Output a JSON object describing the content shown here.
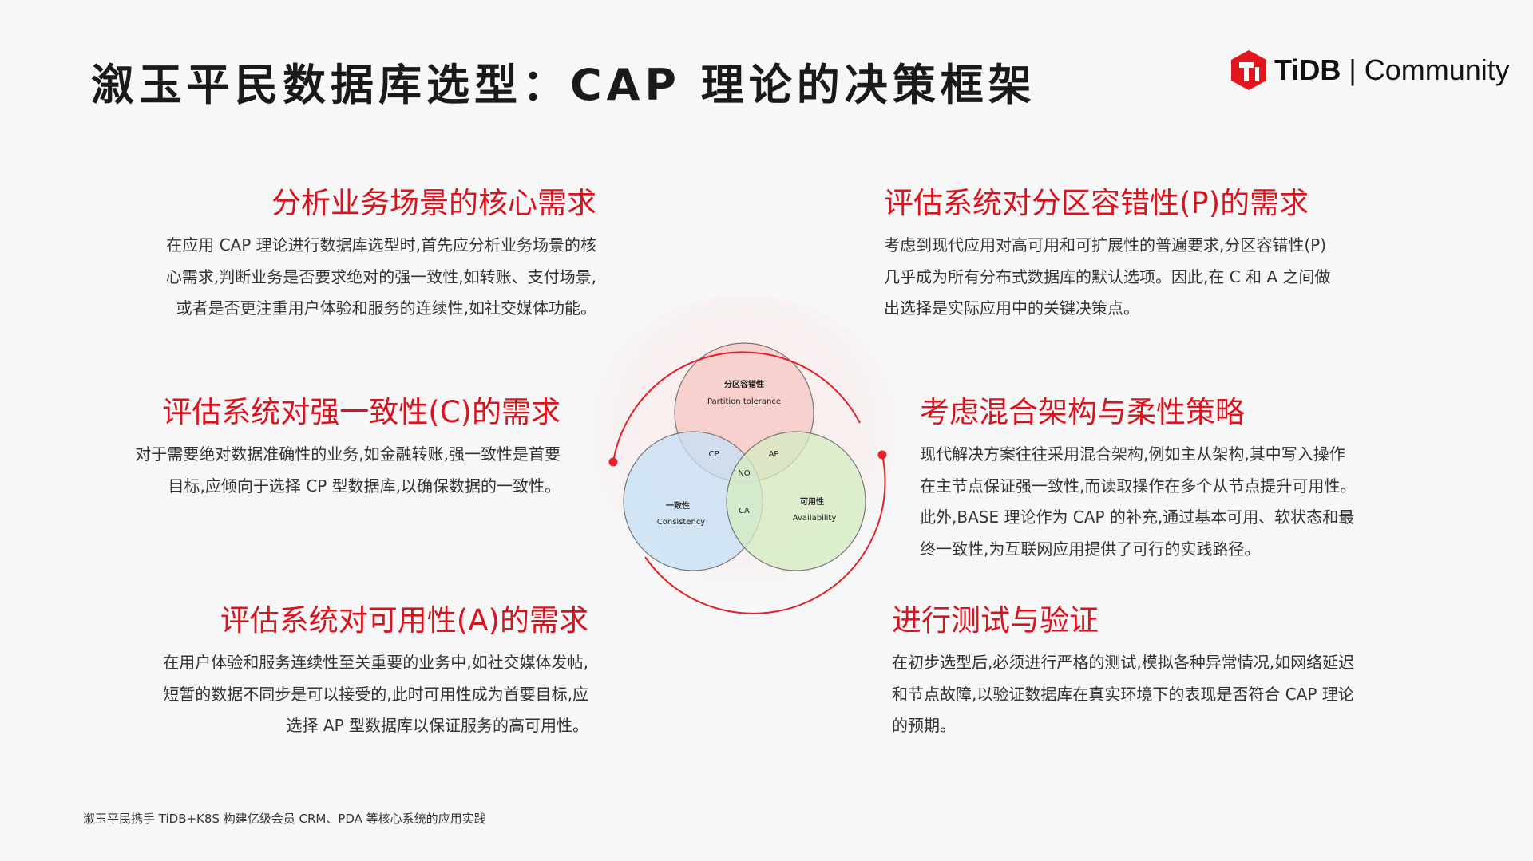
{
  "title": "溆玉平民数据库选型：CAP 理论的决策框架",
  "logo": {
    "brand": "TiDB",
    "separator": "|",
    "suffix": "Community",
    "color": "#e3161f"
  },
  "sections": [
    {
      "heading": "分析业务场景的核心需求",
      "lines": [
        "在应用 CAP 理论进行数据库选型时,首先应分析业务场景的核",
        "心需求,判断业务是否要求绝对的强一致性,如转账、支付场景,",
        "或者是否更注重用户体验和服务的连续性,如社交媒体功能。"
      ]
    },
    {
      "heading": "评估系统对强一致性(C)的需求",
      "lines": [
        "对于需要绝对数据准确性的业务,如金融转账,强一致性是首要",
        "目标,应倾向于选择 CP 型数据库,以确保数据的一致性。"
      ]
    },
    {
      "heading": "评估系统对可用性(A)的需求",
      "lines": [
        "在用户体验和服务连续性至关重要的业务中,如社交媒体发帖,",
        "短暂的数据不同步是可以接受的,此时可用性成为首要目标,应",
        "选择 AP 型数据库以保证服务的高可用性。"
      ]
    },
    {
      "heading": "评估系统对分区容错性(P)的需求",
      "lines": [
        "考虑到现代应用对高可用和可扩展性的普遍要求,分区容错性(P)",
        "几乎成为所有分布式数据库的默认选项。因此,在 C 和 A 之间做",
        "出选择是实际应用中的关键决策点。"
      ]
    },
    {
      "heading": "考虑混合架构与柔性策略",
      "lines": [
        "现代解决方案往往采用混合架构,例如主从架构,其中写入操作",
        "在主节点保证强一致性,而读取操作在多个从节点提升可用性。",
        "此外,BASE 理论作为 CAP 的补充,通过基本可用、软状态和最",
        "终一致性,为互联网应用提供了可行的实践路径。"
      ]
    },
    {
      "heading": "进行测试与验证",
      "lines": [
        "在初步选型后,必须进行严格的测试,模拟各种异常情况,如网络延迟",
        "和节点故障,以验证数据库在真实环境下的表现是否符合 CAP 理论",
        "的预期。"
      ]
    }
  ],
  "venn": {
    "partition": {
      "zh": "分区容错性",
      "en": "Partition tolerance",
      "color": "#f6c9c6"
    },
    "consistency": {
      "zh": "一致性",
      "en": "Consistency",
      "color": "#c4e0f5"
    },
    "availability": {
      "zh": "可用性",
      "en": "Availability",
      "color": "#d4ecc0"
    },
    "cp": "CP",
    "ap": "AP",
    "ca": "CA",
    "no": "NO",
    "accent": "#e3202c"
  },
  "footer": "溆玉平民携手 TiDB+K8S 构建亿级会员 CRM、PDA 等核心系统的应用实践"
}
